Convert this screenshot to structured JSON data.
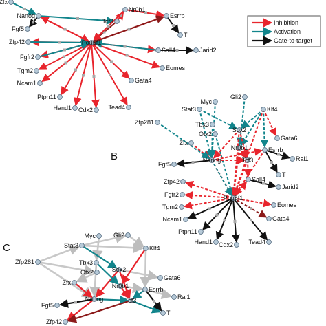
{
  "legend": {
    "items": [
      {
        "label": "Inhibition",
        "color": "#e8252d"
      },
      {
        "label": "Activation",
        "color": "#12858c"
      },
      {
        "label": "Gate-to-target",
        "color": "#111111"
      }
    ]
  },
  "colors": {
    "inhibition": "#e8252d",
    "activation": "#12858c",
    "gate_to_target": "#111111",
    "dark_red": "#8b1a1a",
    "neutral": "#c8c8c8",
    "node_fill": "#b7cad8",
    "node_stroke": "#5a7186"
  },
  "panels": [
    {
      "id": "A",
      "label": "",
      "nodes": [
        "Zfx",
        "Nanog",
        "Nr0b1",
        "Esrrb",
        "Tcf3",
        "Fgf5",
        "Zfp42",
        "Pou5f1",
        "Sall4",
        "Jarid2",
        "T",
        "Fgfr2",
        "Eomes",
        "Tgm2",
        "Gata4",
        "Ncam1",
        "Ptpn11",
        "Hand1",
        "Cdx2",
        "Tead4"
      ]
    },
    {
      "id": "B",
      "label": "B",
      "nodes": [
        "Myc",
        "Gli2",
        "Stat3",
        "Klf4",
        "Zfp281",
        "Tbx3",
        "Sox2",
        "Gata6",
        "Otx2",
        "Zfx",
        "Nr0b1",
        "Esrrb",
        "Rai1",
        "Nanog",
        "Tcf3",
        "Fgf5",
        "T",
        "Zfp42",
        "Sall4",
        "Jarid2",
        "Fgfr2",
        "Pou5f1",
        "Eomes",
        "Tgm2",
        "Gata4",
        "Ncam1",
        "Ptpn11",
        "Hand1",
        "Cdx2",
        "Tead4"
      ]
    },
    {
      "id": "C",
      "label": "C",
      "nodes": [
        "Myc",
        "Gli2",
        "Stat3",
        "Klf4",
        "Zfp281",
        "Tbx3",
        "Sox2",
        "Gata6",
        "Otx2",
        "Zfx",
        "Nr0b1",
        "Esrrb",
        "Rai1",
        "Nanog",
        "Tcf3",
        "Fgf5",
        "T",
        "Zfp42"
      ]
    }
  ]
}
